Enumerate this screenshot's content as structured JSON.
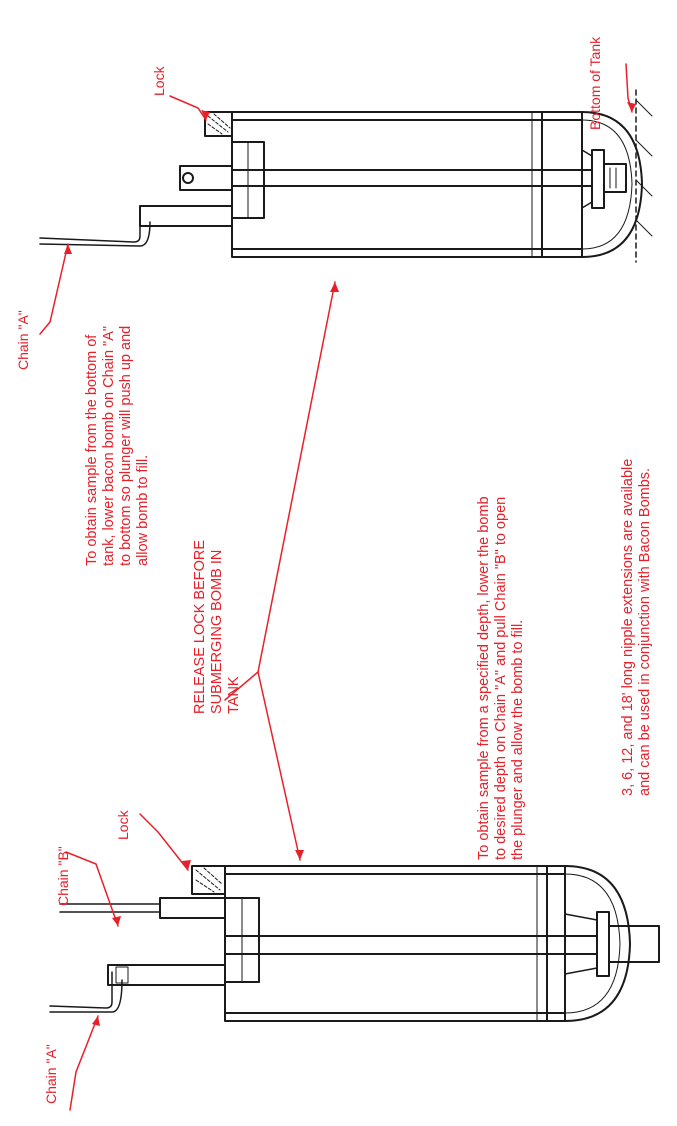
{
  "labels": {
    "lock_top": "Lock",
    "lock_bottom": "Lock",
    "bottom_of_tank": "Bottom of Tank",
    "chain_a_top": "Chain \"A\"",
    "chain_a_bottom": "Chain \"A\"",
    "chain_b": "Chain \"B\""
  },
  "notes": {
    "bottom_sample": [
      "To obtain sample from the bottom of",
      "tank, lower bacon bomb on Chain \"A\"",
      "to bottom so plunger will push up and",
      "allow bomb to fill."
    ],
    "release_lock": [
      "RELEASE LOCK BEFORE",
      "SUBMERGING BOMB IN",
      "TANK"
    ],
    "depth_sample": [
      "To obtain sample from a specified depth, lower the bomb",
      "to desired depth on Chain \"A\" and pull Chain \"B\" to open",
      "the plunger and allow the bomb to fill."
    ],
    "extensions": [
      "3, 6, 12, and 18' long nipple extensions are available",
      "and can be used in conjunction with Bacon Bombs."
    ]
  },
  "colors": {
    "annotation": "#e8202a",
    "drawing": "#1a1a1a"
  }
}
